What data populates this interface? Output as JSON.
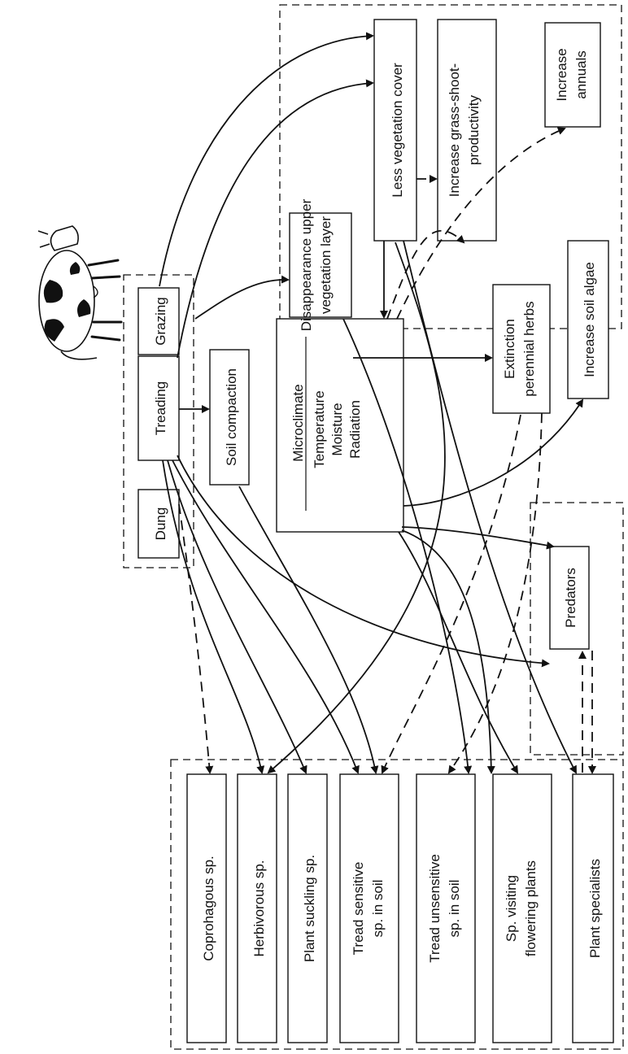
{
  "diagram": {
    "sources": {
      "dung": "Dung",
      "treading": "Treading",
      "grazing": "Grazing"
    },
    "soil_compaction": "Soil compaction",
    "microclimate": {
      "title": "Microclimate",
      "items": [
        "Temperature",
        "Moisture",
        "Radiation"
      ]
    },
    "vegetation_effects": {
      "disappearance": [
        "Disappearance upper",
        "vegetation layer"
      ],
      "less_cover": "Less vegetation cover",
      "grass_shoot": [
        "Increase grass-shoot-",
        "productivity"
      ],
      "annuals": [
        "Increase",
        "annuals"
      ],
      "extinction": [
        "Extinction",
        "perennial herbs"
      ],
      "soil_algae": "Increase soil algae"
    },
    "predators": "Predators",
    "species": {
      "coprophagous": "Coprohagous sp.",
      "herbivorous": "Herbivorous sp.",
      "plant_suckling": "Plant suckling sp.",
      "tread_sensitive": [
        "Tread sensitive",
        "sp. in soil"
      ],
      "tread_unsensitive": [
        "Tread unsensitive",
        "sp. in soil"
      ],
      "visiting_flowering": [
        "Sp. visiting",
        "flowering plants"
      ],
      "plant_specialists": "Plant specialists"
    },
    "illustration": "cow-illustration"
  }
}
